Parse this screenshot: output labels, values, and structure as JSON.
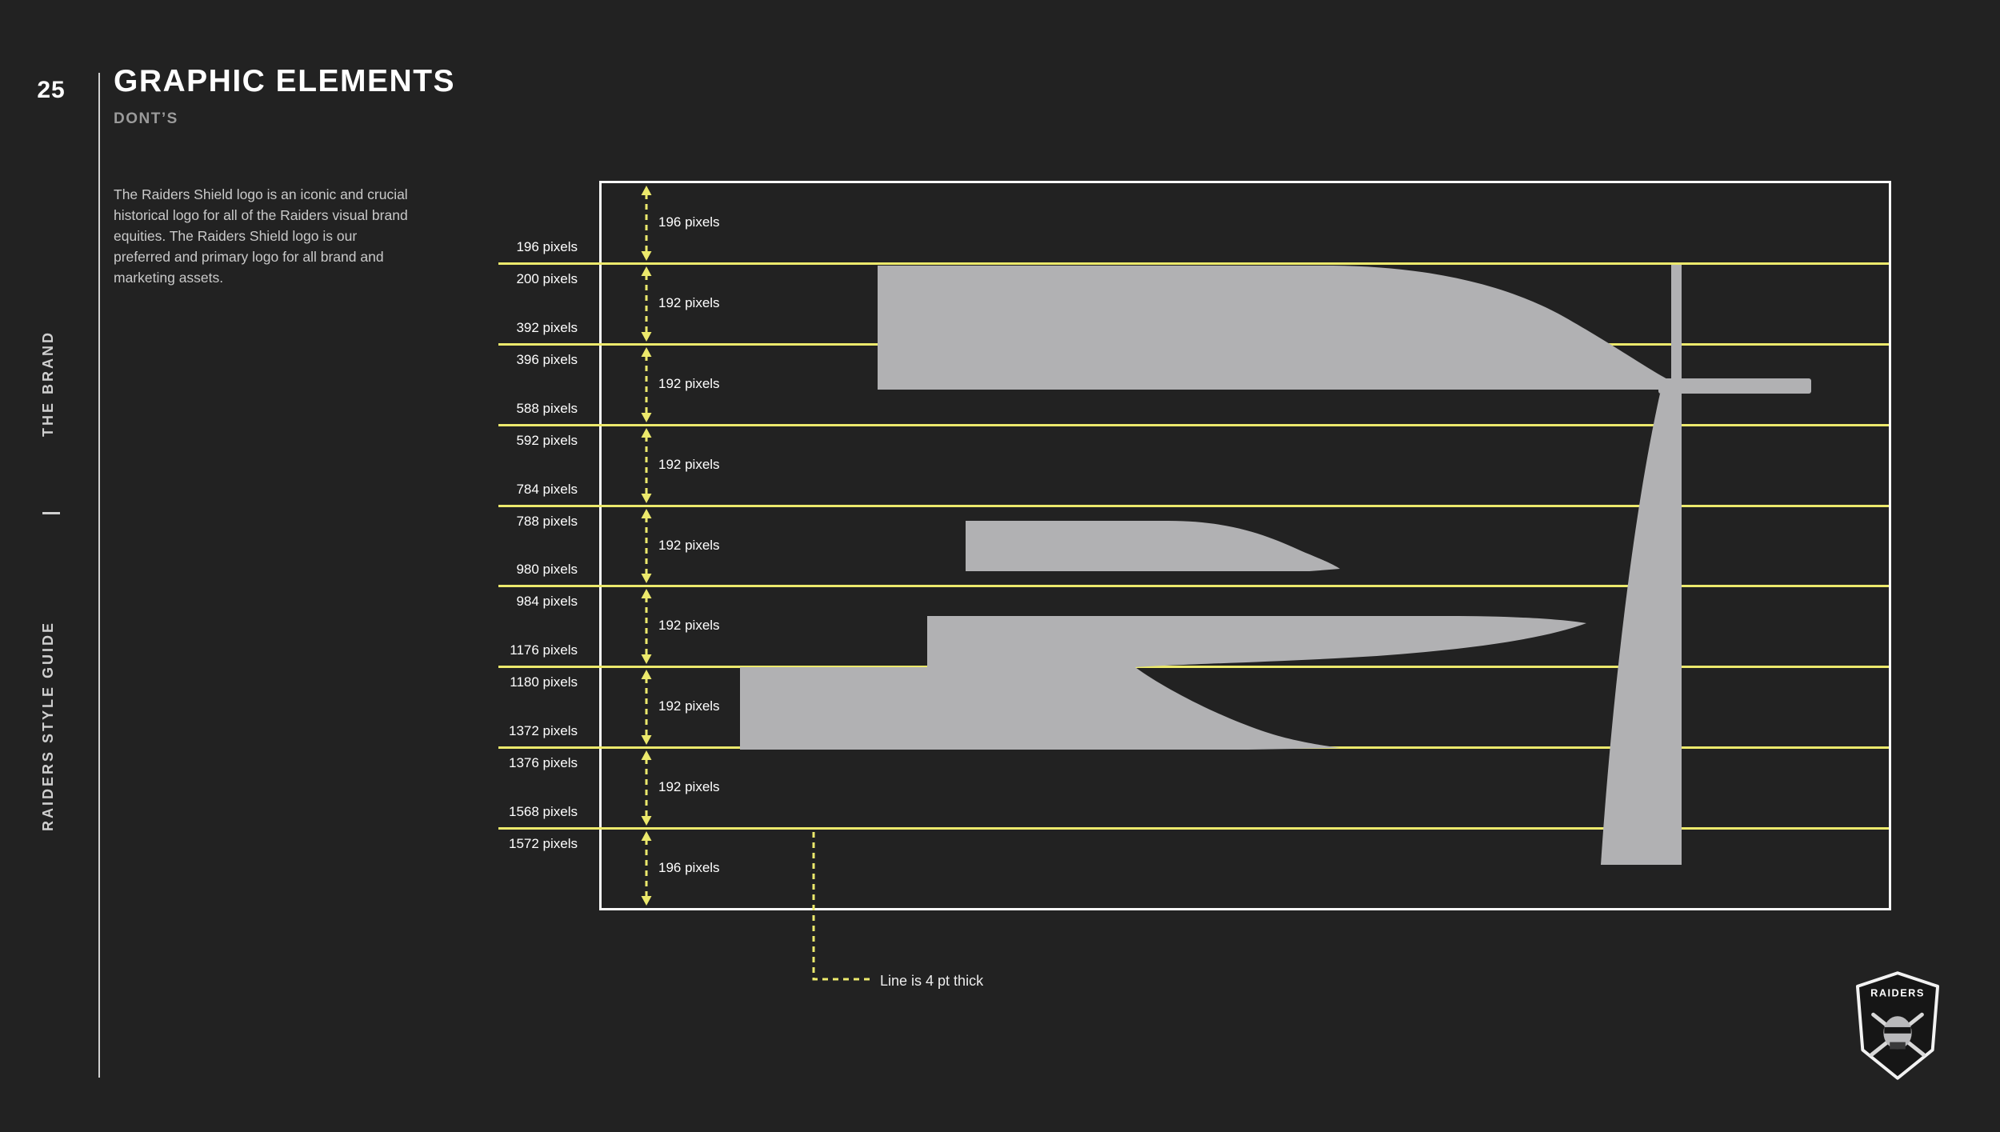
{
  "page": {
    "number": "25",
    "title": "GRAPHIC ELEMENTS",
    "subtitle": "DONT’S",
    "body_text": "The Raiders Shield logo is an iconic and crucial historical logo for all of the Raiders visual brand equities. The Raiders Shield logo is our preferred and primary logo for all brand and marketing assets."
  },
  "sidebar": {
    "top_label": "THE BRAND",
    "bottom_label": "RAIDERS STYLE GUIDE"
  },
  "diagram": {
    "rows": [
      {
        "above": "196 pixels",
        "below": "200 pixels"
      },
      {
        "above": "392 pixels",
        "below": "396 pixels"
      },
      {
        "above": "588 pixels",
        "below": "592 pixels"
      },
      {
        "above": "784 pixels",
        "below": "788 pixels"
      },
      {
        "above": "980 pixels",
        "below": "984 pixels"
      },
      {
        "above": "1176 pixels",
        "below": "1180 pixels"
      },
      {
        "above": "1372 pixels",
        "below": "1376 pixels"
      },
      {
        "above": "1568 pixels",
        "below": "1572 pixels"
      }
    ],
    "gaps": [
      "196 pixels",
      "192 pixels",
      "192 pixels",
      "192 pixels",
      "192 pixels",
      "192 pixels",
      "192 pixels",
      "192 pixels",
      "196 pixels"
    ],
    "callout_label": "Line is 4 pt thick"
  },
  "logo": {
    "team_name": "RAIDERS"
  },
  "colors": {
    "background": "#222222",
    "accent_yellow": "#ece96c",
    "shape_gray": "#b1b1b3",
    "text_light": "#ffffff",
    "text_muted": "#9b9b9b"
  }
}
